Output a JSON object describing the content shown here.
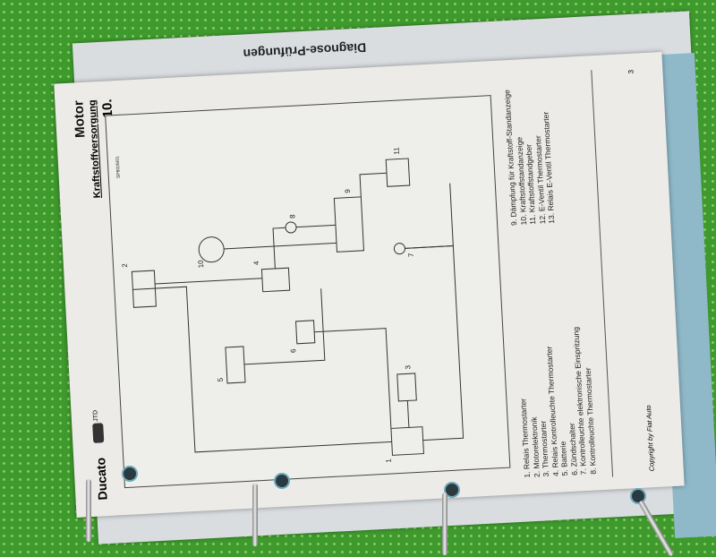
{
  "back_page": {
    "header": "Diagnose-Prüfungen"
  },
  "page": {
    "title": "Motor",
    "subtitle": "Kraftstoffversorgung",
    "section_number": "10.",
    "brand": "Ducato",
    "brand_suffix": "JTD",
    "diagram_code": "SP8026/01",
    "legend_left": [
      "1. Relais Thermostarter",
      "2. Motorelektronik",
      "3. Thermostarter",
      "4. Relais Kontrolleuchte Thermostarter",
      "5. Batterie",
      "6. Zündschalter",
      "7. Kontrolleuchte elektronische Einspritzung",
      "8. Kontrolleuchte Thermostarter"
    ],
    "legend_right": [
      "9. Dämpfung für Kraftstoff-Standanzeige",
      "10. Kraftstoffstandanzeige",
      "11. Kraftstoffstandgeber",
      "12. E-Ventil Thermostarter",
      "13. Relais E-Ventil Thermostarter"
    ],
    "copyright": "Copyright by Fiat Auto",
    "page_number": "3"
  },
  "diagram_labels": [
    "1",
    "2",
    "3",
    "4",
    "5",
    "6",
    "7",
    "8",
    "9",
    "10",
    "11"
  ]
}
